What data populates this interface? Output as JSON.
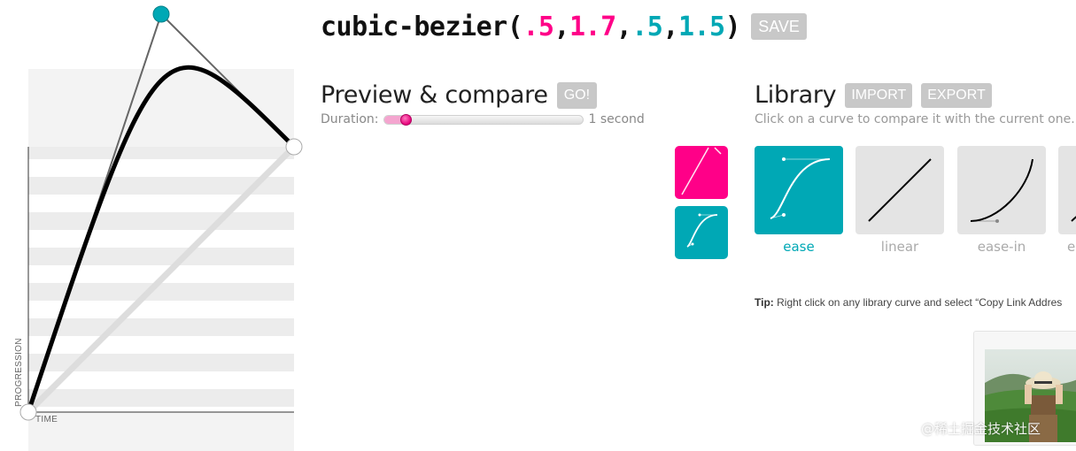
{
  "editor": {
    "progression_label": "PROGRESSION",
    "time_label": "TIME",
    "colors": {
      "handle_p1": "#00a8b5",
      "curve": "#000000"
    }
  },
  "header": {
    "code_prefix": "cubic-bezier(",
    "p1x": ".5",
    "p1y": "1.7",
    "p2x": ".5",
    "p2y": "1.5",
    "sep": ",",
    "code_suffix": ")",
    "save_label": "SAVE"
  },
  "preview": {
    "title": "Preview & compare",
    "go_label": "GO!",
    "duration_label": "Duration:",
    "duration_value": "1 second",
    "duration_fraction": 0.11
  },
  "library": {
    "title": "Library",
    "import_label": "IMPORT",
    "export_label": "EXPORT",
    "description": "Click on a curve to compare it with the current one.",
    "curves": [
      {
        "name": "ease",
        "active": true
      },
      {
        "name": "linear",
        "active": false
      },
      {
        "name": "ease-in",
        "active": false
      },
      {
        "name": "e",
        "active": false
      }
    ]
  },
  "tip": {
    "label": "Tip:",
    "text": " Right click on any library curve and select “Copy Link Addres"
  },
  "colors": {
    "pink": "#ff0088",
    "teal": "#00a8b5",
    "button_gray": "#c8c8c8"
  },
  "watermark": "@稀土掘金技术社区"
}
